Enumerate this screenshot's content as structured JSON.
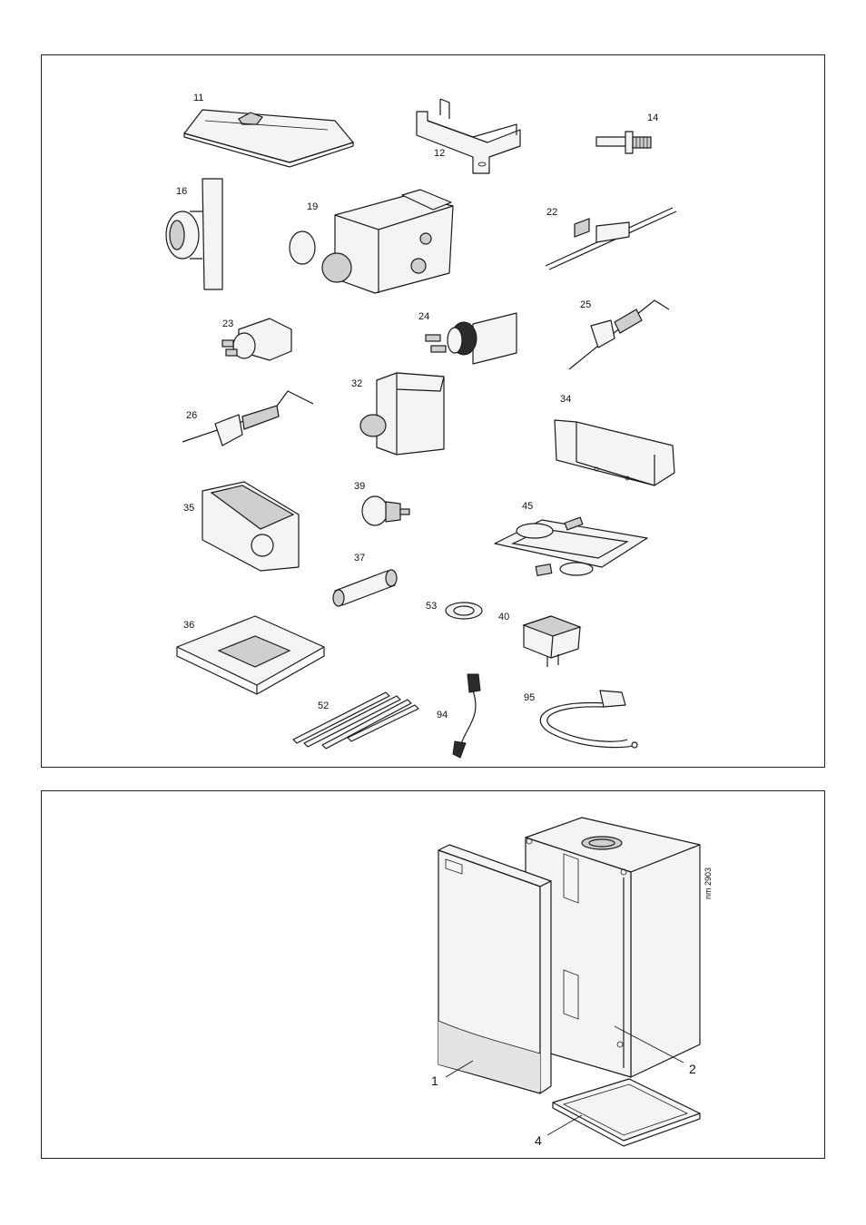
{
  "top_panel": {
    "labels": {
      "p11": "11",
      "p12": "12",
      "p14": "14",
      "p16": "16",
      "p19": "19",
      "p22": "22",
      "p23": "23",
      "p24": "24",
      "p25": "25",
      "p26": "26",
      "p32": "32",
      "p34": "34",
      "p35": "35",
      "p39": "39",
      "p45": "45",
      "p37": "37",
      "p53": "53",
      "p40": "40",
      "p36": "36",
      "p52": "52",
      "p94": "94",
      "p95": "95"
    }
  },
  "bottom_panel": {
    "labels": {
      "p1": "1",
      "p2": "2",
      "p4": "4"
    },
    "drawing_ref": "nm 2903"
  }
}
